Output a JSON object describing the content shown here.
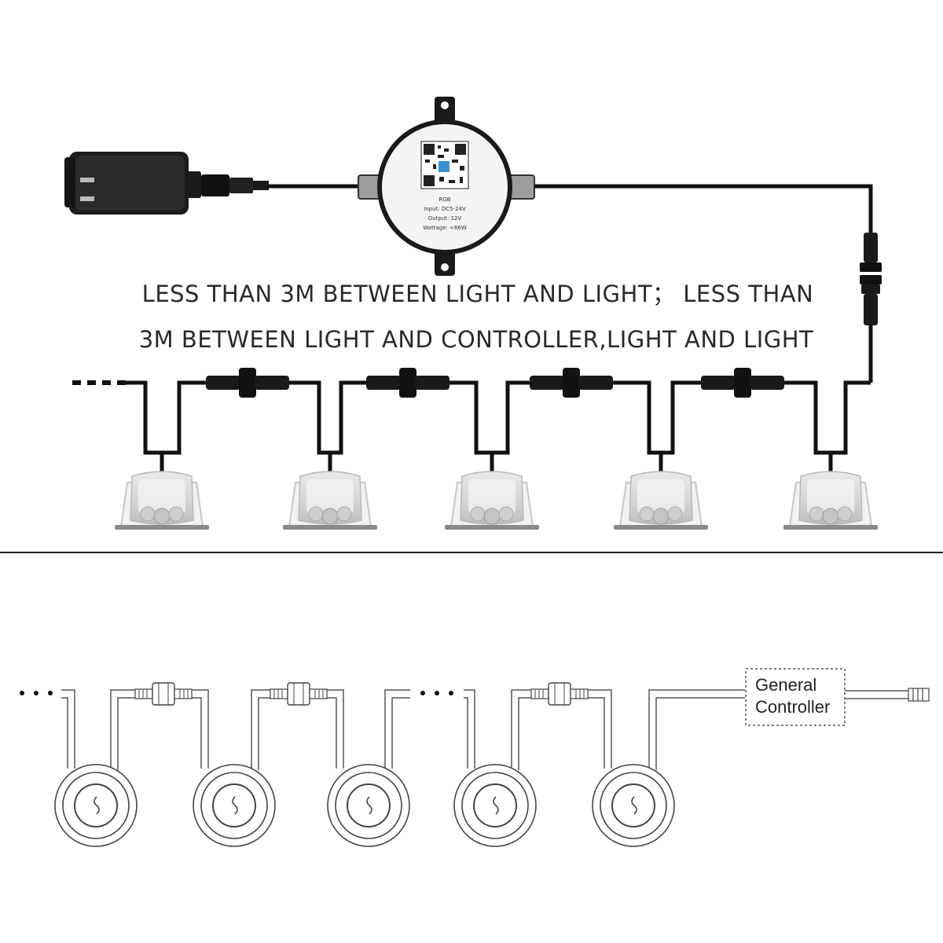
{
  "top_diagram": {
    "caption_line1": "LESS THAN 3M BETWEEN LIGHT AND LIGHT；  LESS THAN",
    "caption_line2": "3M BETWEEN LIGHT AND CONTROLLER,LIGHT AND LIGHT",
    "controller_label": {
      "title": "RGB",
      "input": "Input: DC5-24V",
      "output": "Output: 12V",
      "wattage": "Wattage: <66W"
    }
  },
  "bottom_diagram": {
    "controller_line1": "General",
    "controller_line2": "Controller"
  }
}
